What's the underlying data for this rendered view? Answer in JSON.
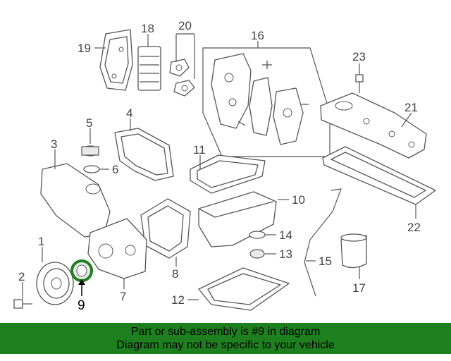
{
  "diagram": {
    "callouts": [
      "1",
      "2",
      "3",
      "4",
      "5",
      "6",
      "7",
      "8",
      "9",
      "10",
      "11",
      "12",
      "13",
      "14",
      "15",
      "16",
      "17",
      "18",
      "19",
      "20",
      "21",
      "22",
      "23"
    ],
    "highlight_callout": "9",
    "colors": {
      "line": "#555555",
      "highlight": "#1e7f1e",
      "banner": "#1e7f1e"
    }
  },
  "banner": {
    "line1": "Part or sub-assembly is #9 in diagram",
    "line2": "Diagram may not be specific to your vehicle"
  }
}
